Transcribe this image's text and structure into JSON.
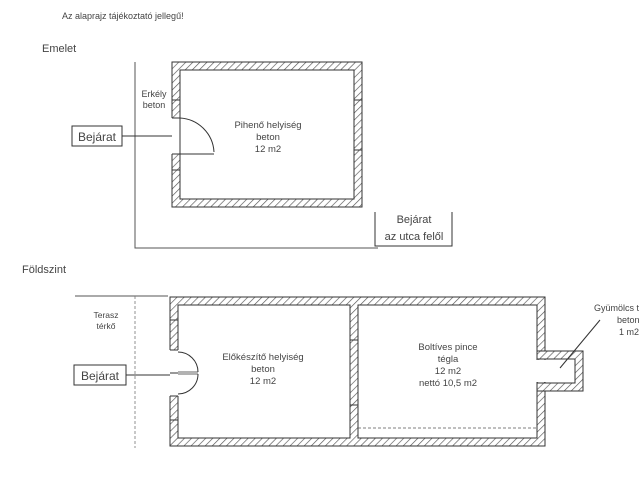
{
  "note": "Az alaprajz tájékoztató jellegű!",
  "upper": {
    "title": "Emelet",
    "balcony": [
      "Erkély",
      "beton"
    ],
    "entrance": "Bejárat",
    "room": [
      "Pihenő helyiség",
      "beton",
      "12 m2"
    ],
    "street_entrance": [
      "Bejárat",
      "az utca felől"
    ]
  },
  "ground": {
    "title": "Földszint",
    "terrace": [
      "Terasz",
      "térkő"
    ],
    "entrance": "Bejárat",
    "prep_room": [
      "Előkészítő helyiség",
      "beton",
      "12 m2"
    ],
    "cellar": [
      "Boltíves pince",
      "tégla",
      "12 m2",
      "nettó 10,5 m2"
    ],
    "fruit_store": [
      "Gyümölcs t",
      "beton",
      "1 m2"
    ]
  },
  "colors": {
    "wall": "#333333",
    "text": "#444444",
    "hatch": "#555555"
  }
}
